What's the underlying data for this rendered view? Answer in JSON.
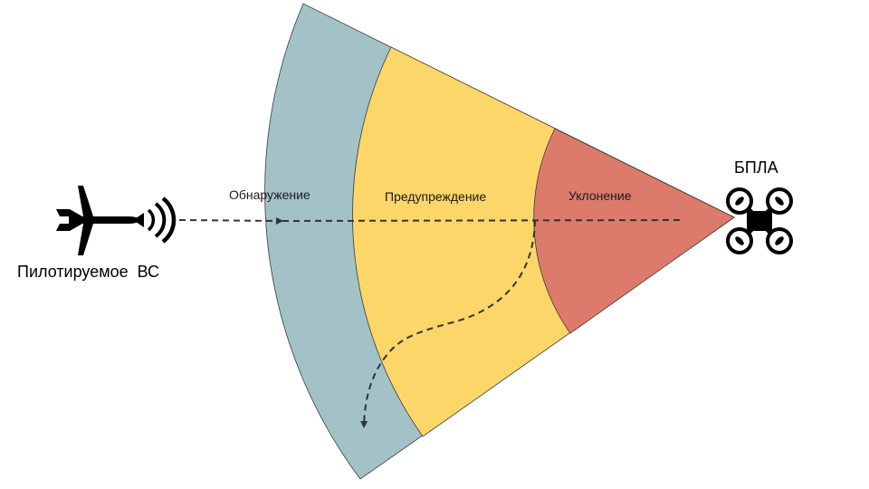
{
  "zones": {
    "detection": {
      "label": "Обнаружение",
      "color": "#a3c2c7"
    },
    "warning": {
      "label": "Предупреждение",
      "color": "#fcd669"
    },
    "avoidance": {
      "label": "Уклонение",
      "color": "#dc7b6b"
    }
  },
  "aircraft": {
    "label": "Пилотируемое  ВС",
    "icon": "airplane-icon",
    "signal_icon": "radio-signal-icon"
  },
  "uav": {
    "label": "БПЛА",
    "icon": "quadcopter-drone-icon"
  },
  "paths": {
    "approach": "dashed-arrow",
    "evasion": "dashed-arrow"
  },
  "colors": {
    "line": "#333333",
    "icon": "#000000"
  }
}
